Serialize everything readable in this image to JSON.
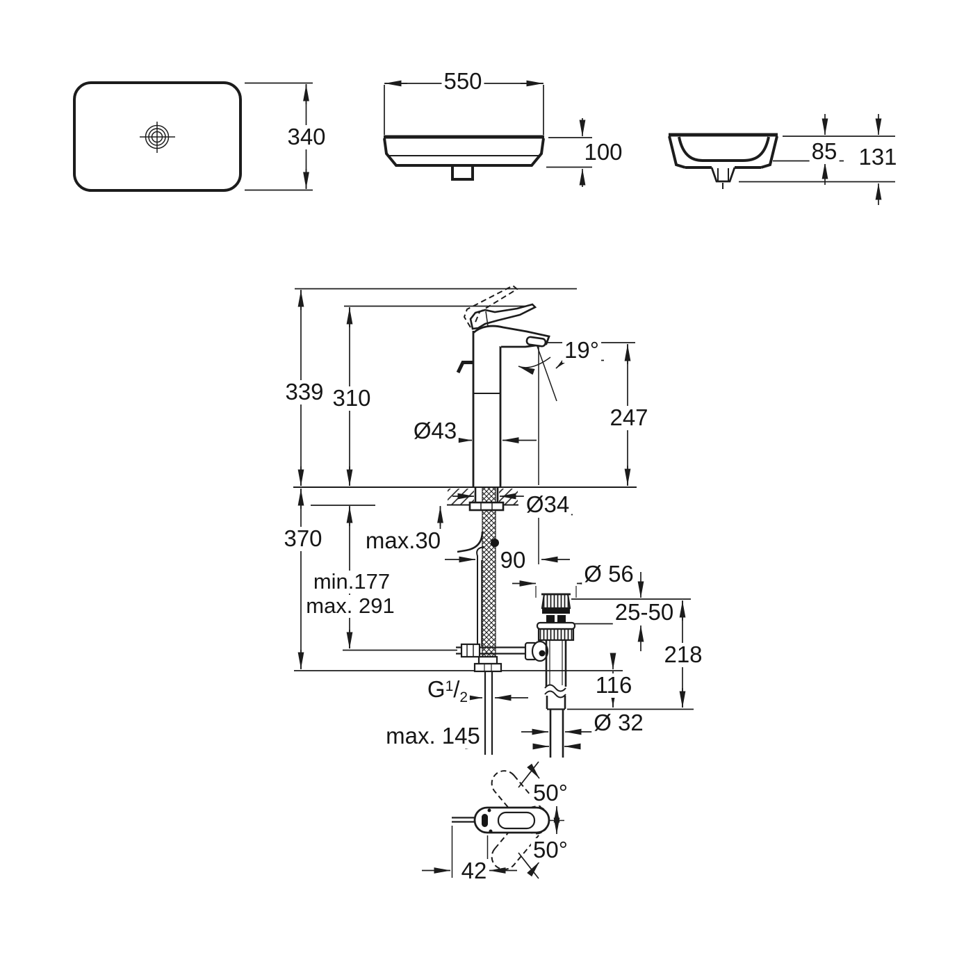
{
  "views": {
    "top": {
      "dim_depth": "340"
    },
    "front": {
      "dim_width": "550",
      "dim_height": "100"
    },
    "side": {
      "dim_basin_depth": "85",
      "dim_total_depth": "131"
    }
  },
  "faucet": {
    "dim_total_height": "339",
    "dim_body_height": "310",
    "dim_spout_angle": "19°",
    "dim_spout_height": "247",
    "dim_body_diameter": "Ø43",
    "dim_hole_diameter": "Ø34",
    "dim_deck_thickness": "max.30",
    "dim_below_deck": "370",
    "dim_hose_min": "min.177",
    "dim_hose_max": "max. 291",
    "dim_spout_reach": "90",
    "thread_label": {
      "base": "G",
      "numerator": "1",
      "slash": "/",
      "denominator": "2"
    },
    "dim_supply_length": "max. 145"
  },
  "drain": {
    "dim_flange_diameter": "Ø 56",
    "dim_adjust_range": "25-50",
    "dim_total_height": "218",
    "dim_tailpipe_length": "116",
    "dim_pipe_diameter": "Ø 32"
  },
  "handle": {
    "dim_swing_up": "50°",
    "dim_swing_down": "50°",
    "dim_handle_offset": "42"
  }
}
